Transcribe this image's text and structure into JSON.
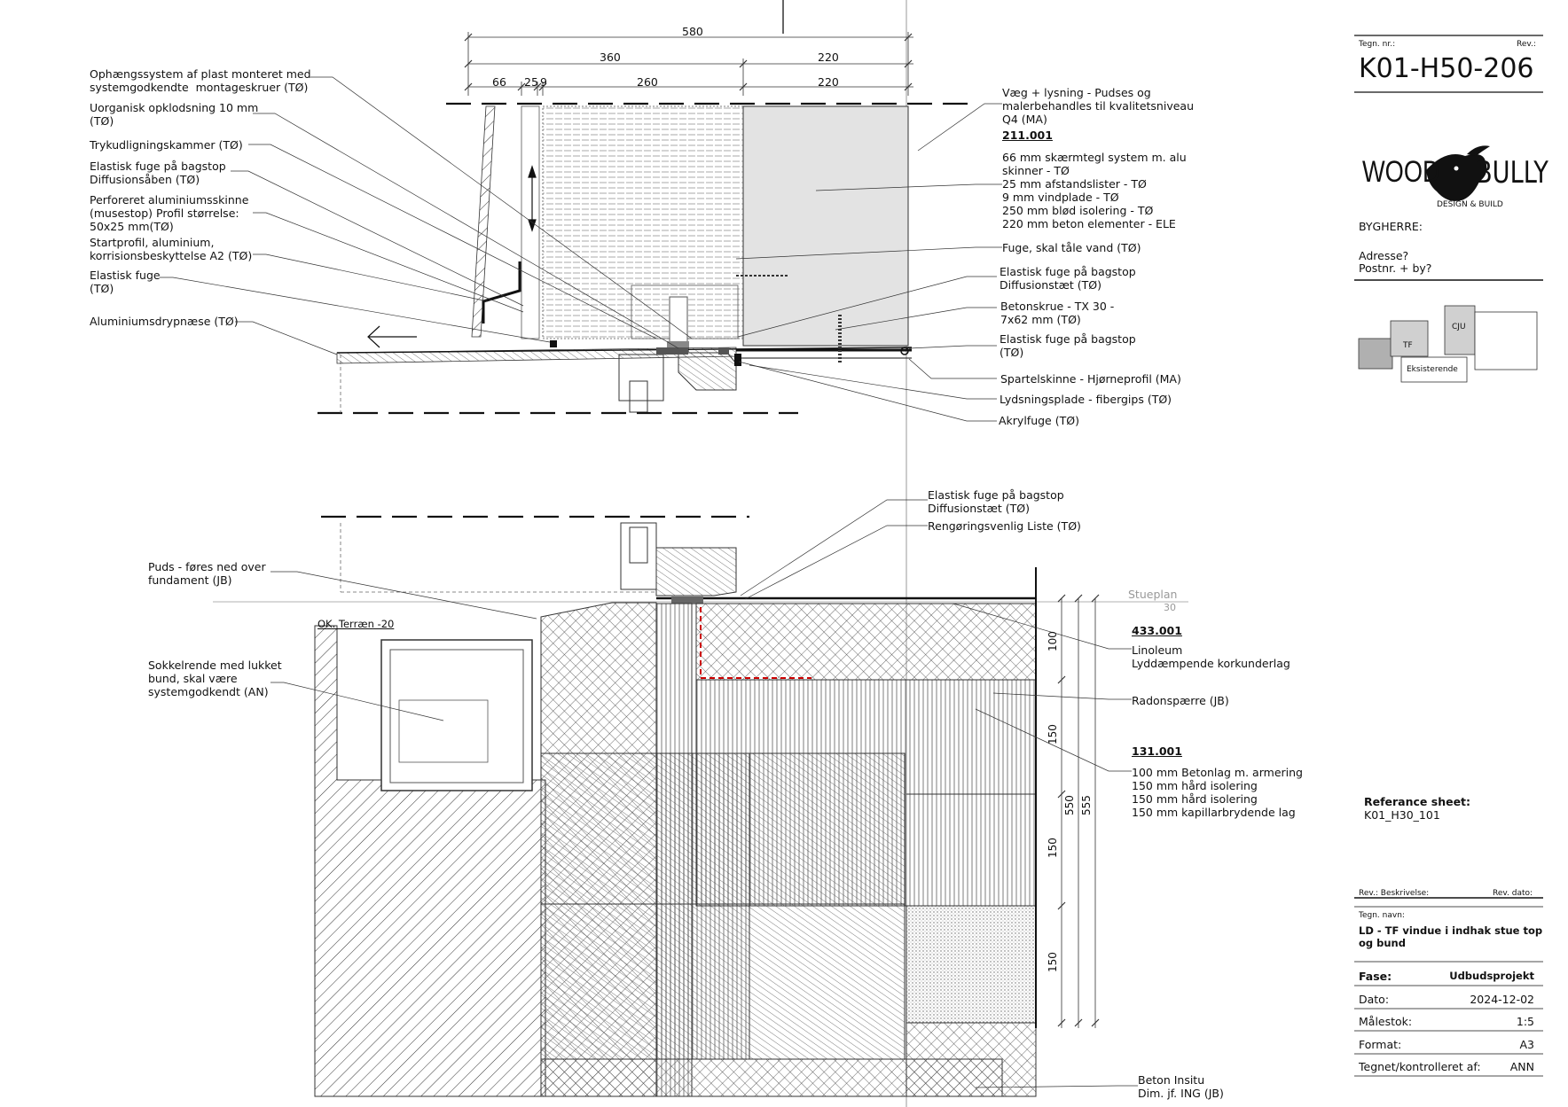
{
  "title_block": {
    "drawing_no_label": "Tegn. nr.:",
    "rev_label": "Rev.:",
    "drawing_no": "K01-H50-206",
    "logo_left": "WOOD",
    "logo_right": "BULLY",
    "logo_tagline": "DESIGN & BUILD",
    "client_label": "BYGHERRE:",
    "address_1": "Adresse?",
    "address_2": "Postnr. + by?",
    "key_tf": "TF",
    "key_cju": "CJU",
    "key_existing": "Eksisterende",
    "reference_label": "Referance sheet:",
    "reference_value": "K01_H30_101",
    "rev_desc_label": "Rev.: Beskrivelse:",
    "rev_date_label": "Rev. dato:",
    "name_label": "Tegn. navn:",
    "name_line1": "LD - TF vindue i indhak stue top",
    "name_line2": "og bund",
    "phase_label": "Fase:",
    "phase_value": "Udbudsprojekt",
    "date_label": "Dato:",
    "date_value": "2024-12-02",
    "scale_label": "Målestok:",
    "scale_value": "1:5",
    "format_label": "Format:",
    "format_value": "A3",
    "drawn_label": "Tegnet/kontrolleret af:",
    "drawn_value": "ANN"
  },
  "dimensions": {
    "d580": "580",
    "d360": "360",
    "d220a": "220",
    "d66": "66",
    "d25": "25",
    "d9": "9",
    "d260": "260",
    "d220b": "220",
    "d100": "100",
    "d150a": "150",
    "d550": "550",
    "d555": "555",
    "d150b": "150",
    "d150c": "150",
    "stueplan": "Stueplan",
    "stueplan_val": "30",
    "terraen": "OK. Terræn -20"
  },
  "left_labels": [
    "Ophængssystem af plast monteret med\nsystemgodkendte  montageskruer (TØ)",
    "Uorganisk opklodsning 10 mm\n(TØ)",
    "Trykudligningskammer (TØ)",
    "Elastisk fuge på bagstop\nDiffusionsåben (TØ)",
    "Perforeret aluminiumsskinne\n(musestop) Profil størrelse:\n50x25 mm(TØ)",
    "Startprofil, aluminium,\nkorrisionsbeskyttelse A2 (TØ)",
    "Elastisk fuge\n(TØ)",
    "Aluminiumsdrypnæse (TØ)",
    "Puds - føres ned over\nfundament (JB)",
    "Sokkelrende med lukket\nbund, skal være\nsystemgodkendt (AN)"
  ],
  "right_labels": {
    "wall": "Væg + lysning - Pudses og\nmalerbehandles til kvalitetsniveau\nQ4 (MA)",
    "wall_code": "211.001",
    "wall_layers": "66 mm skærmtegl system m. alu\nskinner - TØ\n25 mm afstandslister - TØ\n9 mm vindplade - TØ\n250 mm blød isolering - TØ\n220 mm beton elementer - ELE",
    "fuge_vand": "Fuge, skal tåle vand (TØ)",
    "fuge_diff_tat": "Elastisk fuge på bagstop\nDiffusionstæt (TØ)",
    "betonskrue": "Betonskrue - TX 30 -\n7x62 mm (TØ)",
    "fuge_bagstop": "Elastisk fuge på bagstop\n(TØ)",
    "spartel": "Spartelskinne - Hjørneprofil (MA)",
    "lydsning": "Lydsningsplade - fibergips (TØ)",
    "akryl": "Akrylfuge (TØ)",
    "fuge_diff_tat2": "Elastisk fuge på bagstop\nDiffusionstæt (TØ)",
    "liste": "Rengøringsvenlig Liste (TØ)",
    "floor_code": "433.001",
    "floor_layers": "Linoleum\nLyddæmpende korkunderlag",
    "radon": "Radonspærre (JB)",
    "slab_code": "131.001",
    "slab_layers": "100 mm Betonlag m. armering\n150 mm hård isolering\n150 mm hård isolering\n150 mm kapillarbrydende lag",
    "beton": "Beton Insitu\nDim. jf. ING (JB)"
  }
}
